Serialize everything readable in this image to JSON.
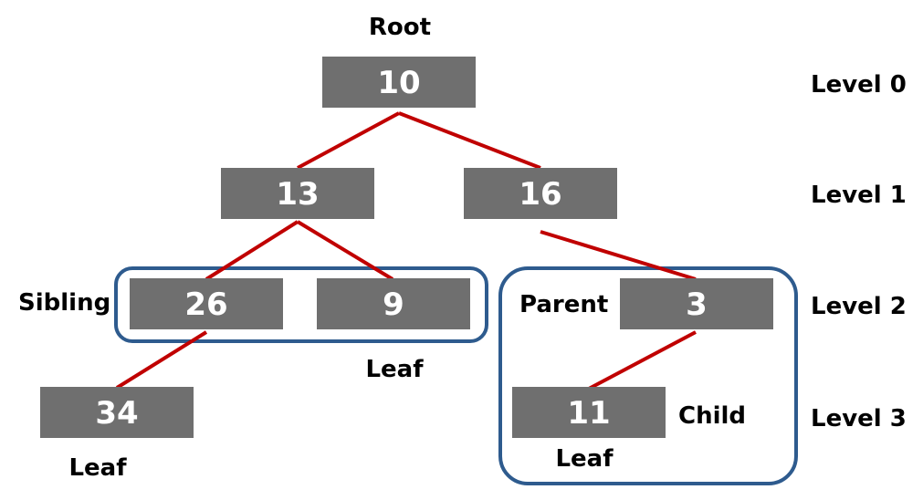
{
  "colors": {
    "node_fill": "#6f6f6f",
    "node_text": "#ffffff",
    "edge": "#c00000",
    "group_outline": "#2e5b8e",
    "label_text": "#000000"
  },
  "tree": {
    "nodes": {
      "root": "10",
      "left": "13",
      "right": "16",
      "left_left": "26",
      "left_right": "9",
      "right_child": "3",
      "left_left_child": "34",
      "right_child_child": "11"
    },
    "edges": [
      [
        "root",
        "left"
      ],
      [
        "root",
        "right"
      ],
      [
        "left",
        "left_left"
      ],
      [
        "left",
        "left_right"
      ],
      [
        "right",
        "right_child"
      ],
      [
        "left_left",
        "left_left_child"
      ],
      [
        "right_child",
        "right_child_child"
      ]
    ]
  },
  "labels": {
    "root": "Root",
    "sibling": "Sibling",
    "parent": "Parent",
    "child": "Child",
    "leaf_9": "Leaf",
    "leaf_34": "Leaf",
    "leaf_11": "Leaf"
  },
  "levels": [
    "Level 0",
    "Level 1",
    "Level 2",
    "Level 3"
  ]
}
